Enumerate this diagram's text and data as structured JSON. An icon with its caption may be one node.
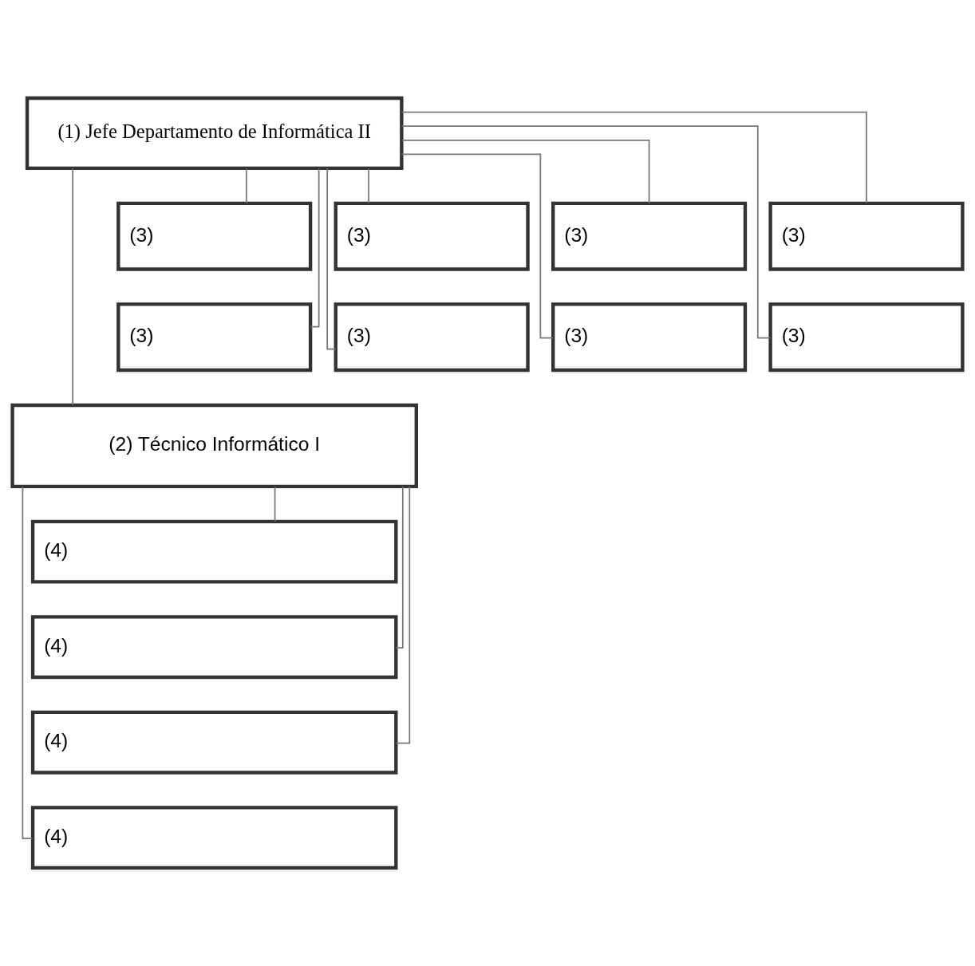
{
  "diagram": {
    "nodes": [
      {
        "text": [
          "(1) Jefe Departamento de Informática II"
        ]
      },
      {
        "text": [
          "(3)"
        ]
      },
      {
        "text": [
          "(3)"
        ]
      },
      {
        "text": [
          "(3)"
        ]
      },
      {
        "text": [
          "(3)"
        ]
      },
      {
        "text": [
          "(3)"
        ]
      },
      {
        "text": [
          "(3)"
        ]
      },
      {
        "text": [
          "(3)"
        ]
      },
      {
        "text": [
          "(3)"
        ]
      },
      {
        "text": [
          "(2) Técnico Informático I"
        ]
      },
      {
        "text": [
          "(4)"
        ]
      },
      {
        "text": [
          "(4)"
        ]
      },
      {
        "text": [
          "(4)"
        ]
      },
      {
        "text": [
          "(4)"
        ]
      }
    ],
    "edges": [
      {
        "from": 0,
        "to": 1,
        "arrow": "none"
      },
      {
        "from": 0,
        "to": 2,
        "arrow": "none"
      },
      {
        "from": 0,
        "to": 3,
        "arrow": "none"
      },
      {
        "from": 0,
        "to": 4,
        "arrow": "none"
      },
      {
        "from": 0,
        "to": 5,
        "arrow": "none"
      },
      {
        "from": 0,
        "to": 6,
        "arrow": "none"
      },
      {
        "from": 0,
        "to": 7,
        "arrow": "none"
      },
      {
        "from": 0,
        "to": 8,
        "arrow": "none"
      },
      {
        "from": 0,
        "to": 9,
        "arrow": "none"
      },
      {
        "from": 9,
        "to": 10,
        "arrow": "none"
      },
      {
        "from": 9,
        "to": 11,
        "arrow": "none"
      },
      {
        "from": 9,
        "to": 12,
        "arrow": "none"
      },
      {
        "from": 9,
        "to": 13,
        "arrow": "none"
      }
    ]
  }
}
